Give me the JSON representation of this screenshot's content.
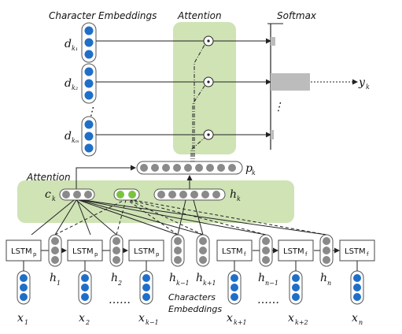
{
  "headers": {
    "character_embeddings": "Character Embeddings",
    "attention_top": "Attention",
    "softmax": "Softmax",
    "attention_left": "Attention"
  },
  "embedding_labels": [
    {
      "main": "d",
      "sub": "k₁"
    },
    {
      "main": "d",
      "sub": "k₂"
    },
    {
      "main": "d",
      "sub": "kₘ"
    }
  ],
  "vertical_dots": "⋮",
  "output_label": {
    "main": "y",
    "sub": "k"
  },
  "pk_label": {
    "main": "p",
    "sub": "k"
  },
  "ck_label": {
    "main": "c",
    "sub": "k"
  },
  "hk_label": {
    "main": "h",
    "sub": "k"
  },
  "lstm_cells": [
    {
      "main": "LSTM",
      "sub": "p"
    },
    {
      "main": "LSTM",
      "sub": "p"
    },
    {
      "main": "LSTM",
      "sub": "p"
    },
    {
      "main": "LSTM",
      "sub": "f"
    },
    {
      "main": "LSTM",
      "sub": "f"
    },
    {
      "main": "LSTM",
      "sub": "f"
    }
  ],
  "hidden_labels": [
    {
      "main": "h",
      "sub": "1"
    },
    {
      "main": "h",
      "sub": "2"
    },
    {
      "main": "h",
      "sub": "k−1"
    },
    {
      "main": "h",
      "sub": "k+1"
    },
    {
      "main": "h",
      "sub": "n−1"
    },
    {
      "main": "h",
      "sub": "n"
    }
  ],
  "input_labels": [
    {
      "main": "x",
      "sub": "1"
    },
    {
      "main": "x",
      "sub": "2"
    },
    {
      "main": "x",
      "sub": "k−1"
    },
    {
      "main": "x",
      "sub": "k+1"
    },
    {
      "main": "x",
      "sub": "k+2"
    },
    {
      "main": "x",
      "sub": "n"
    }
  ],
  "ellipsis": "……",
  "middle_caption": {
    "line1": "Characters",
    "line2": "Embeddings"
  },
  "colors": {
    "green_panel": "#cfe3b5",
    "blue_node": "#1f6fc8",
    "gray_node": "#8a8a8a",
    "green_node": "#7cc242",
    "bar": "#bcbcbc"
  }
}
